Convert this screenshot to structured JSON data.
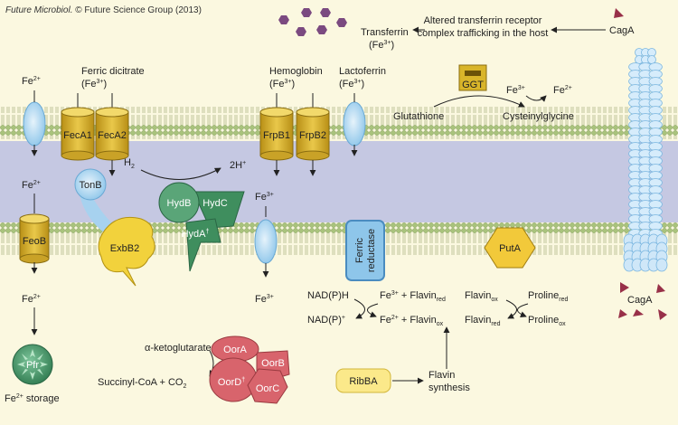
{
  "credit": {
    "journal": "Future Microbiol.",
    "rest": " © Future Science Group (2013)"
  },
  "labels": {
    "fe2_top": "Fe",
    "fe2_top_sup": "2+",
    "ferric_dicitrate": "Ferric dicitrate",
    "ferric_dicitrate_sub": "(Fe",
    "ferric_dicitrate_sup": "3+",
    "close": ")",
    "hemoglobin": "Hemoglobin",
    "hemoglobin_sub": "(Fe",
    "hemoglobin_sup": "3+",
    "lactoferrin": "Lactoferrin",
    "lactoferrin_sub": "(Fe",
    "lactoferrin_sup": "3+",
    "transferrin": "Transferrin",
    "transferrin_sub": "(Fe",
    "transferrin_sup": "3+",
    "altered_1": "Altered transferrin receptor",
    "altered_2": "complex trafficking in the host",
    "caga_top": "CagA",
    "caga_bottom": "CagA",
    "ggt": "GGT",
    "glutathione": "Glutathione",
    "cysteinylglycine": "Cysteinylglycine",
    "fe3_ggt": "Fe",
    "fe3_ggt_sup": "3+",
    "fe2_ggt": "Fe",
    "fe2_ggt_sup": "2+",
    "fe2_mid": "Fe",
    "fe2_mid_sup": "2+",
    "h2": "H",
    "h2_sub": "2",
    "twoh": "2H",
    "twoh_sup": "+",
    "fe3_peri": "Fe",
    "fe3_peri_sup": "3+",
    "fe3_cyto": "Fe",
    "fe3_cyto_sup": "3+",
    "fe2_cyto": "Fe",
    "fe2_cyto_sup": "2+",
    "fe2_storage": "Fe",
    "fe2_storage_sup": "2+",
    "storage": " storage",
    "akg": "α-ketoglutarate",
    "succ": "Succinyl-CoA + CO",
    "succ_sub": "2",
    "nadph": "NAD(P)H",
    "nadp": "NAD(P)",
    "nadp_sup": "+",
    "fe3_flav": "Fe",
    "fe3_flav_sup": "3+",
    "plus_flavin": " + Flavin",
    "red": "red",
    "fe2_flav": "Fe",
    "fe2_flav_sup": "2+",
    "ox": "ox",
    "flavin_ox": "Flavin",
    "proline_red": "Proline",
    "flavin_red": "Flavin",
    "proline_ox": "Proline",
    "flavin_syn_1": "Flavin",
    "flavin_syn_2": "synthesis",
    "ferric_1": "Ferric",
    "ferric_2": "reductase"
  },
  "proteins": {
    "feca1": "FecA1",
    "feca2": "FecA2",
    "frpb1": "FrpB1",
    "frpb2": "FrpB2",
    "tonb": "TonB",
    "exbb2": "ExbB2",
    "feob": "FeoB",
    "hydb": "HydB",
    "hydc": "HydC",
    "hyda": "HydA",
    "hyda_sup": "†",
    "puta": "PutA",
    "ribba": "RibBA",
    "pfr": "Pfr",
    "oora": "OorA",
    "oorb": "OorB",
    "oorc": "OorC",
    "oord": "OorD",
    "oord_sup": "†"
  },
  "colors": {
    "background": "#fbf8e0",
    "periplasm": "#c5c8e2",
    "membrane_head": "#a9c37c",
    "channel": "#a7d2ef",
    "transporter": "#e0bb34",
    "hyd": "#4c9c6c",
    "oor": "#d8646c",
    "ribba": "#fbe98a",
    "caga": "#983048",
    "transferrin": "#7b4a80"
  }
}
